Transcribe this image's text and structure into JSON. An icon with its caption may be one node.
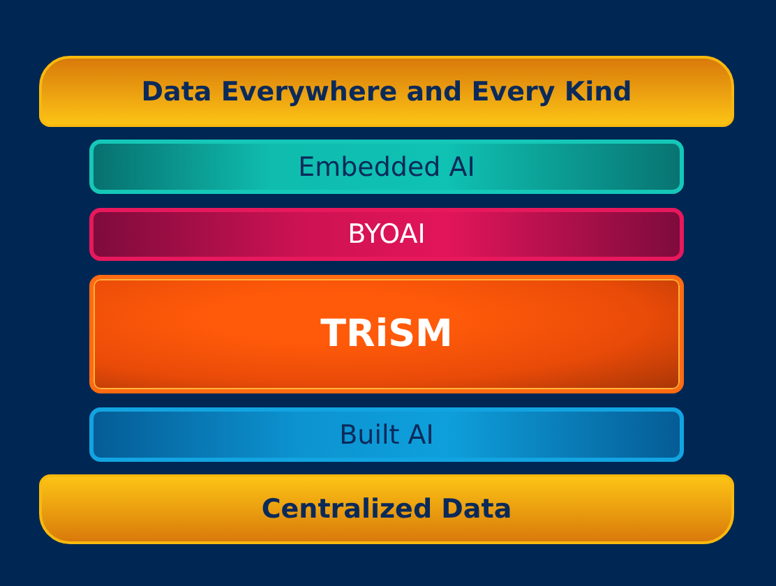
{
  "diagram": {
    "nodes": [
      {
        "text": [
          "Data Everywhere and Every Kind"
        ]
      },
      {
        "text": [
          "Embedded AI"
        ]
      },
      {
        "text": [
          "BYOAI"
        ]
      },
      {
        "text": [
          "TRiSM"
        ]
      },
      {
        "text": [
          "Built AI"
        ]
      },
      {
        "text": [
          "Centralized Data"
        ]
      }
    ]
  }
}
